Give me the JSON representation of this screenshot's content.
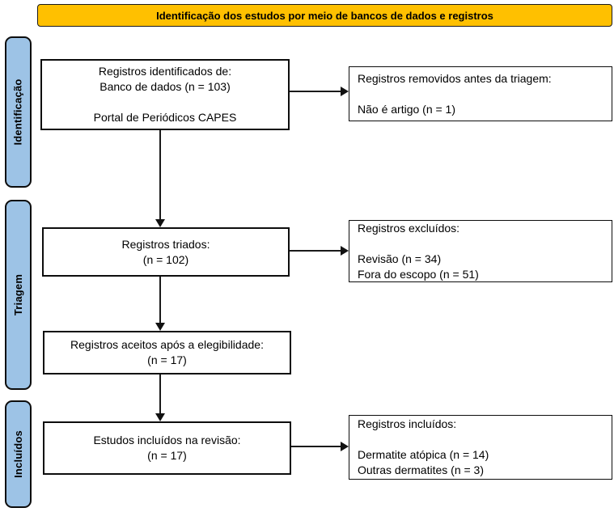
{
  "header": {
    "title": "Identificação dos estudos por meio de bancos de dados e registros"
  },
  "stages": {
    "identification": "Identificação",
    "screening": "Triagem",
    "included": "Incluídos"
  },
  "boxes": {
    "identified": {
      "lines": [
        "Registros identificados de:",
        "Banco de dados (n = 103)",
        "",
        "Portal de Periódicos CAPES"
      ]
    },
    "removed": {
      "lines": [
        "Registros removidos antes da triagem:",
        "",
        "Não é artigo (n = 1)"
      ]
    },
    "screened": {
      "lines": [
        "Registros triados:",
        "(n = 102)"
      ]
    },
    "excluded": {
      "lines": [
        "Registros excluídos:",
        "",
        "Revisão (n = 34)",
        "Fora do escopo (n = 51)"
      ]
    },
    "eligibility": {
      "lines": [
        "Registros aceitos após a elegibilidade:",
        "(n = 17)"
      ]
    },
    "included_review": {
      "lines": [
        "Estudos incluídos na revisão:",
        "(n = 17)"
      ]
    },
    "included_records": {
      "lines": [
        "Registros incluídos:",
        "",
        "Dermatite atópica (n = 14)",
        "Outras dermatites (n = 3)"
      ]
    }
  },
  "colors": {
    "header_bg": "#FFC000",
    "stage_bg": "#9DC3E6",
    "box_bg": "#FFFFFF",
    "border": "#000000",
    "text": "#000000"
  }
}
